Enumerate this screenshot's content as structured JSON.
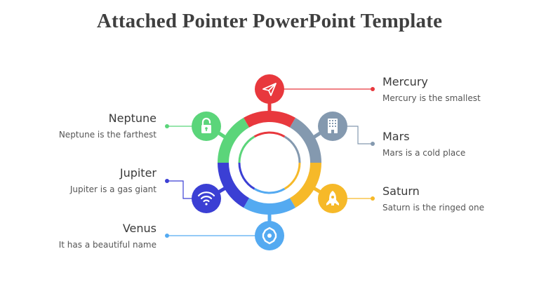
{
  "slide": {
    "title": "Attached Pointer PowerPoint Template"
  },
  "items": [
    {
      "name": "Mercury",
      "desc": "Mercury is the smallest",
      "color": "#e8383d",
      "icon": "paper-plane-icon",
      "side": "right"
    },
    {
      "name": "Mars",
      "desc": "Mars is a cold place",
      "color": "#8499af",
      "icon": "building-icon",
      "side": "right"
    },
    {
      "name": "Saturn",
      "desc": "Saturn is the ringed one",
      "color": "#f6b929",
      "icon": "rocket-icon",
      "side": "right"
    },
    {
      "name": "Venus",
      "desc": "It has a beautiful name",
      "color": "#54aaf1",
      "icon": "gear-icon",
      "side": "left"
    },
    {
      "name": "Jupiter",
      "desc": "Jupiter is a gas giant",
      "color": "#3b3fd4",
      "icon": "wifi-icon",
      "side": "left"
    },
    {
      "name": "Neptune",
      "desc": "Neptune is the farthest",
      "color": "#5bd57a",
      "icon": "lock-icon",
      "side": "left"
    }
  ]
}
